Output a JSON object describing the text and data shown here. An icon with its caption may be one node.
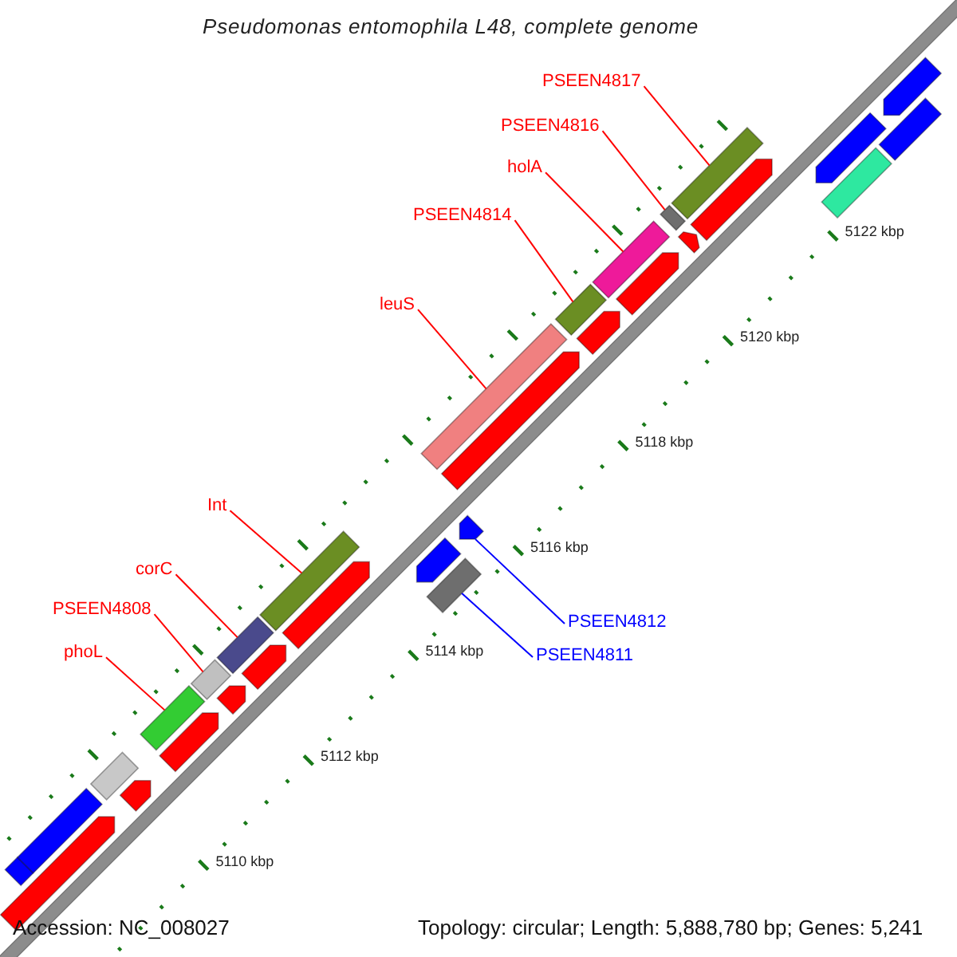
{
  "diagram": {
    "title": "Pseudomonas entomophila L48, complete genome",
    "nodes": [
      {
        "text": [
          "PSEEN4817"
        ]
      },
      {
        "text": [
          "PSEEN4816"
        ]
      },
      {
        "text": [
          "holA"
        ]
      },
      {
        "text": [
          "PSEEN4814"
        ]
      },
      {
        "text": [
          "leuS"
        ]
      },
      {
        "text": [
          "Int"
        ]
      },
      {
        "text": [
          "corC"
        ]
      },
      {
        "text": [
          "PSEEN4808"
        ]
      },
      {
        "text": [
          "phoL"
        ]
      },
      {
        "text": [
          "PSEEN4812"
        ]
      },
      {
        "text": [
          "PSEEN4811"
        ]
      },
      {
        "text": [],
        "shape": "bar"
      },
      {
        "text": [],
        "shape": "bar"
      },
      {
        "text": [],
        "shape": "bar"
      },
      {
        "text": [],
        "shape": "bar"
      },
      {
        "text": [],
        "shape": "bar"
      },
      {
        "text": [],
        "shape": "bar"
      },
      {
        "text": [],
        "shape": "bar"
      },
      {
        "text": [],
        "shape": "bar"
      },
      {
        "text": [],
        "shape": "bar"
      },
      {
        "text": [],
        "shape": "arrow"
      },
      {
        "text": [],
        "shape": "bar"
      },
      {
        "text": [],
        "shape": "bar"
      },
      {
        "text": [],
        "shape": "arrow"
      },
      {
        "text": [],
        "shape": "bar"
      },
      {
        "text": [],
        "shape": "bar"
      },
      {
        "text": [],
        "shape": "arrow"
      },
      {
        "text": [],
        "shape": "arrow"
      },
      {
        "text": [],
        "shape": "arrow"
      },
      {
        "text": [],
        "shape": "arrow"
      },
      {
        "text": [],
        "shape": "arrow"
      },
      {
        "text": [],
        "shape": "arrow"
      },
      {
        "text": [],
        "shape": "arrow"
      },
      {
        "text": [],
        "shape": "arrow"
      },
      {
        "text": [],
        "shape": "arrow"
      },
      {
        "text": [],
        "shape": "arrow"
      },
      {
        "text": [],
        "shape": "arrow"
      },
      {
        "text": [],
        "shape": "bar"
      },
      {
        "text": [],
        "shape": "arrow"
      },
      {
        "text": [],
        "shape": "bar"
      },
      {
        "text": [],
        "shape": "arrow"
      }
    ],
    "edges": [
      {
        "from": 0,
        "to": 11,
        "arrow": "none"
      },
      {
        "from": 1,
        "to": 12,
        "arrow": "none"
      },
      {
        "from": 2,
        "to": 13,
        "arrow": "none"
      },
      {
        "from": 3,
        "to": 14,
        "arrow": "none"
      },
      {
        "from": 4,
        "to": 15,
        "arrow": "none"
      },
      {
        "from": 5,
        "to": 16,
        "arrow": "none"
      },
      {
        "from": 6,
        "to": 17,
        "arrow": "none"
      },
      {
        "from": 7,
        "to": 18,
        "arrow": "none"
      },
      {
        "from": 8,
        "to": 19,
        "arrow": "none"
      },
      {
        "from": 9,
        "to": 20,
        "arrow": "none",
        "color": "#0000ff"
      },
      {
        "from": 10,
        "to": 21,
        "arrow": "none",
        "color": "#0000ff"
      }
    ],
    "labels": [
      "5122 kbp",
      "5120 kbp",
      "5118 kbp",
      "5116 kbp",
      "5114 kbp",
      "5112 kbp",
      "5110 kbp",
      "Accession: NC_008027",
      "Topology: circular; Length: 5,888,780 bp; Genes: 5,241"
    ]
  }
}
